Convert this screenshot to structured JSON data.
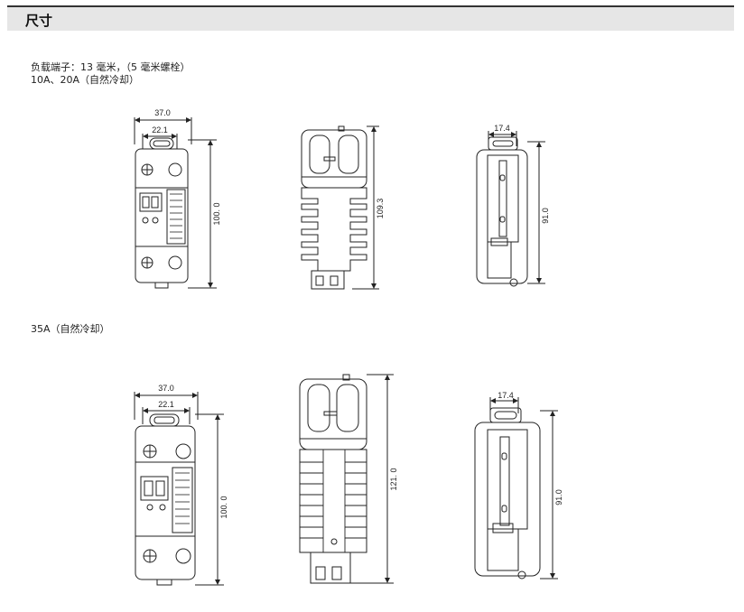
{
  "section": {
    "title": "尺寸"
  },
  "notes": {
    "line1": "负载端子：13 毫米，（5 毫米螺栓）",
    "line2": "10A、20A（自然冷却）",
    "line3": "35A（自然冷却）"
  },
  "top": {
    "front_width": "37.0",
    "front_inner": "22.1",
    "front_height": "100. 0",
    "side_height": "109.3",
    "back_width": "17.4",
    "back_height": "91.0"
  },
  "bottom": {
    "front_width": "37.0",
    "front_inner": "22.1",
    "front_height": "100. 0",
    "side_height": "121. 0",
    "back_width": "17.4",
    "back_height": "91.0"
  }
}
